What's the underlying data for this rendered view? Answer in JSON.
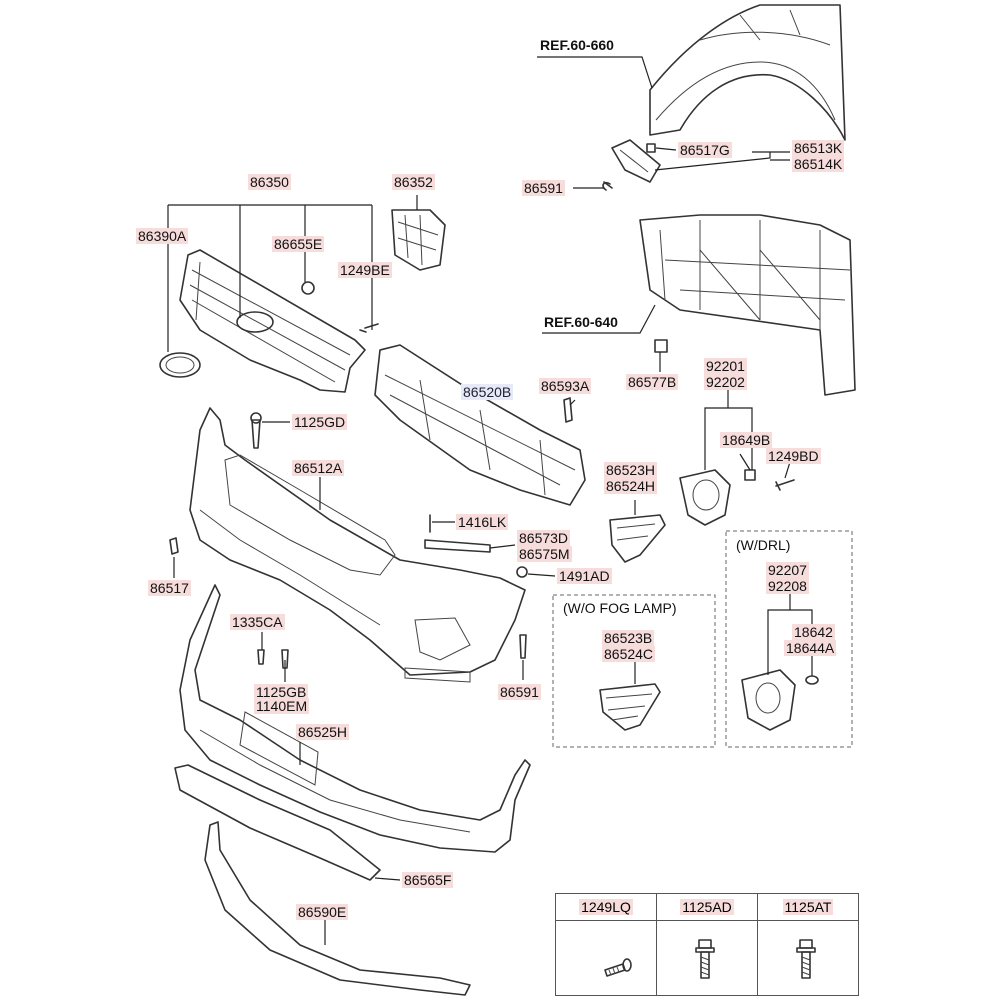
{
  "refs": {
    "fender": "REF.60-660",
    "carrier": "REF.60-640"
  },
  "boxes": {
    "wo_fog_lamp": "(W/O FOG LAMP)",
    "w_drl": "(W/DRL)"
  },
  "labels": {
    "p86350": "86350",
    "p86352": "86352",
    "p86390A": "86390A",
    "p86655E": "86655E",
    "p1249BE": "1249BE",
    "p86520B": "86520B",
    "p86593A": "86593A",
    "p1125GD": "1125GD",
    "p86512A": "86512A",
    "p86517": "86517",
    "p1416LK": "1416LK",
    "p86573D": "86573D",
    "p86575M": "86575M",
    "p1491AD": "1491AD",
    "p86591b": "86591",
    "p1335CA": "1335CA",
    "p1125GB": "1125GB",
    "p1140EM": "1140EM",
    "p86525H": "86525H",
    "p86565F": "86565F",
    "p86590E": "86590E",
    "p86517G": "86517G",
    "p86513K": "86513K",
    "p86514K": "86514K",
    "p86591a": "86591",
    "p86577B": "86577B",
    "p92201": "92201",
    "p92202": "92202",
    "p18649B": "18649B",
    "p1249BD": "1249BD",
    "p86523H": "86523H",
    "p86524H": "86524H",
    "p86523B": "86523B",
    "p86524C": "86524C",
    "p92207": "92207",
    "p92208": "92208",
    "p18642": "18642",
    "p18644A": "18644A"
  },
  "fasteners_table": {
    "headers": [
      "1249LQ",
      "1125AD",
      "1125AT"
    ]
  }
}
